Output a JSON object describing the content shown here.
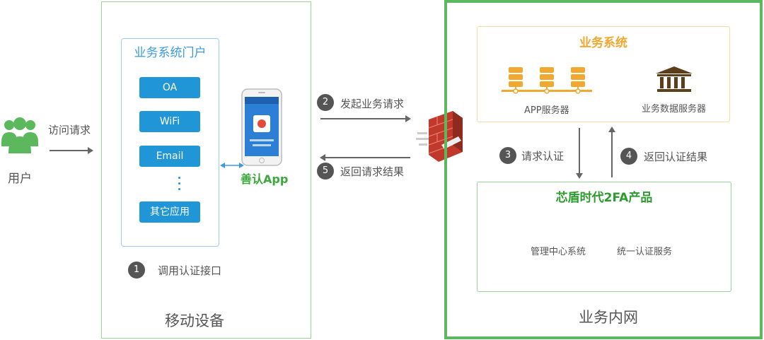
{
  "user": {
    "label": "用户"
  },
  "visit_request": {
    "label": "访问请求"
  },
  "mobile_device": {
    "title": "移动设备",
    "portal": {
      "title": "业务系统门户",
      "apps": [
        "OA",
        "WiFi",
        "Email",
        "其它应用"
      ]
    },
    "shanren_app": "善认App"
  },
  "steps": {
    "s1": {
      "num": "1",
      "label": "调用认证接口"
    },
    "s2": {
      "num": "2",
      "label": "发起业务请求"
    },
    "s3": {
      "num": "3",
      "label": "请求认证"
    },
    "s4": {
      "num": "4",
      "label": "返回认证结果"
    },
    "s5": {
      "num": "5",
      "label": "返回请求结果"
    }
  },
  "intranet": {
    "title": "业务内网",
    "business_system": {
      "title": "业务系统",
      "app_server": "APP服务器",
      "data_server": "业务数据服务器"
    },
    "product": {
      "title": "芯盾时代2FA产品",
      "mgmt": "管理中心系统",
      "auth_service": "统一认证服务"
    }
  },
  "colors": {
    "accent_blue": "#2196d6",
    "green": "#5cb85c",
    "orange": "#f0a830",
    "firewall_red": "#c0392b"
  }
}
